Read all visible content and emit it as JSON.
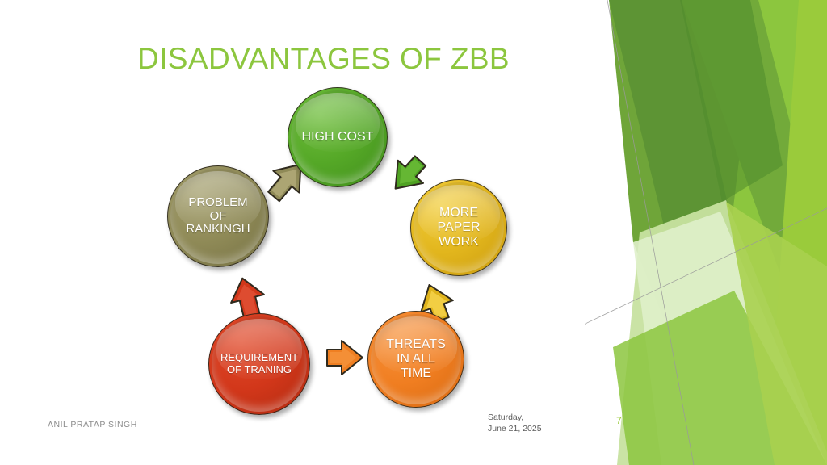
{
  "slide": {
    "title": "DISADVANTAGES OF ZBB",
    "title_color": "#8CC63E",
    "background": "#FFFFFF"
  },
  "diagram": {
    "type": "cycle",
    "direction": "clockwise",
    "nodes": [
      {
        "id": "high-cost",
        "label": "HIGH COST",
        "color": "#55A827",
        "position": "top"
      },
      {
        "id": "more-paper",
        "label": "MORE\nPAPER\nWORK",
        "color": "#E2B61D",
        "position": "right"
      },
      {
        "id": "threats",
        "label": "THREATS\nIN ALL\nTIME",
        "color": "#F07E21",
        "position": "bottom-right"
      },
      {
        "id": "requirement",
        "label": "REQUIREMENT\nOF TRANING",
        "color": "#D2371A",
        "position": "bottom-left"
      },
      {
        "id": "problem",
        "label": "PROBLEM\nOF\nRANKINGH",
        "color": "#8F8A57",
        "position": "left"
      }
    ],
    "arrows": [
      {
        "id": "arrow-green",
        "from": "high-cost",
        "to": "more-paper",
        "color": "#55A827"
      },
      {
        "id": "arrow-yellow",
        "from": "more-paper",
        "to": "threats",
        "color": "#E2B61D"
      },
      {
        "id": "arrow-orange",
        "from": "threats",
        "to": "requirement",
        "color": "#F07E21"
      },
      {
        "id": "arrow-red",
        "from": "requirement",
        "to": "problem",
        "color": "#D2371A"
      },
      {
        "id": "arrow-olive",
        "from": "problem",
        "to": "high-cost",
        "color": "#8F8A57"
      }
    ]
  },
  "footer": {
    "author": "ANIL PRATAP SINGH",
    "date": "Saturday,\nJune 21, 2025",
    "date_line1": "Saturday,",
    "date_line2": "June 21, 2025",
    "slide_number": "7"
  },
  "decoration": {
    "name": "facet-theme-green-polygons",
    "colors": [
      "#6FA539",
      "#5D9434",
      "#8CC63E",
      "#9ACB3B",
      "#C7E2A0",
      "#DFEFCA",
      "#72AA3A",
      "#A8D04F"
    ]
  }
}
